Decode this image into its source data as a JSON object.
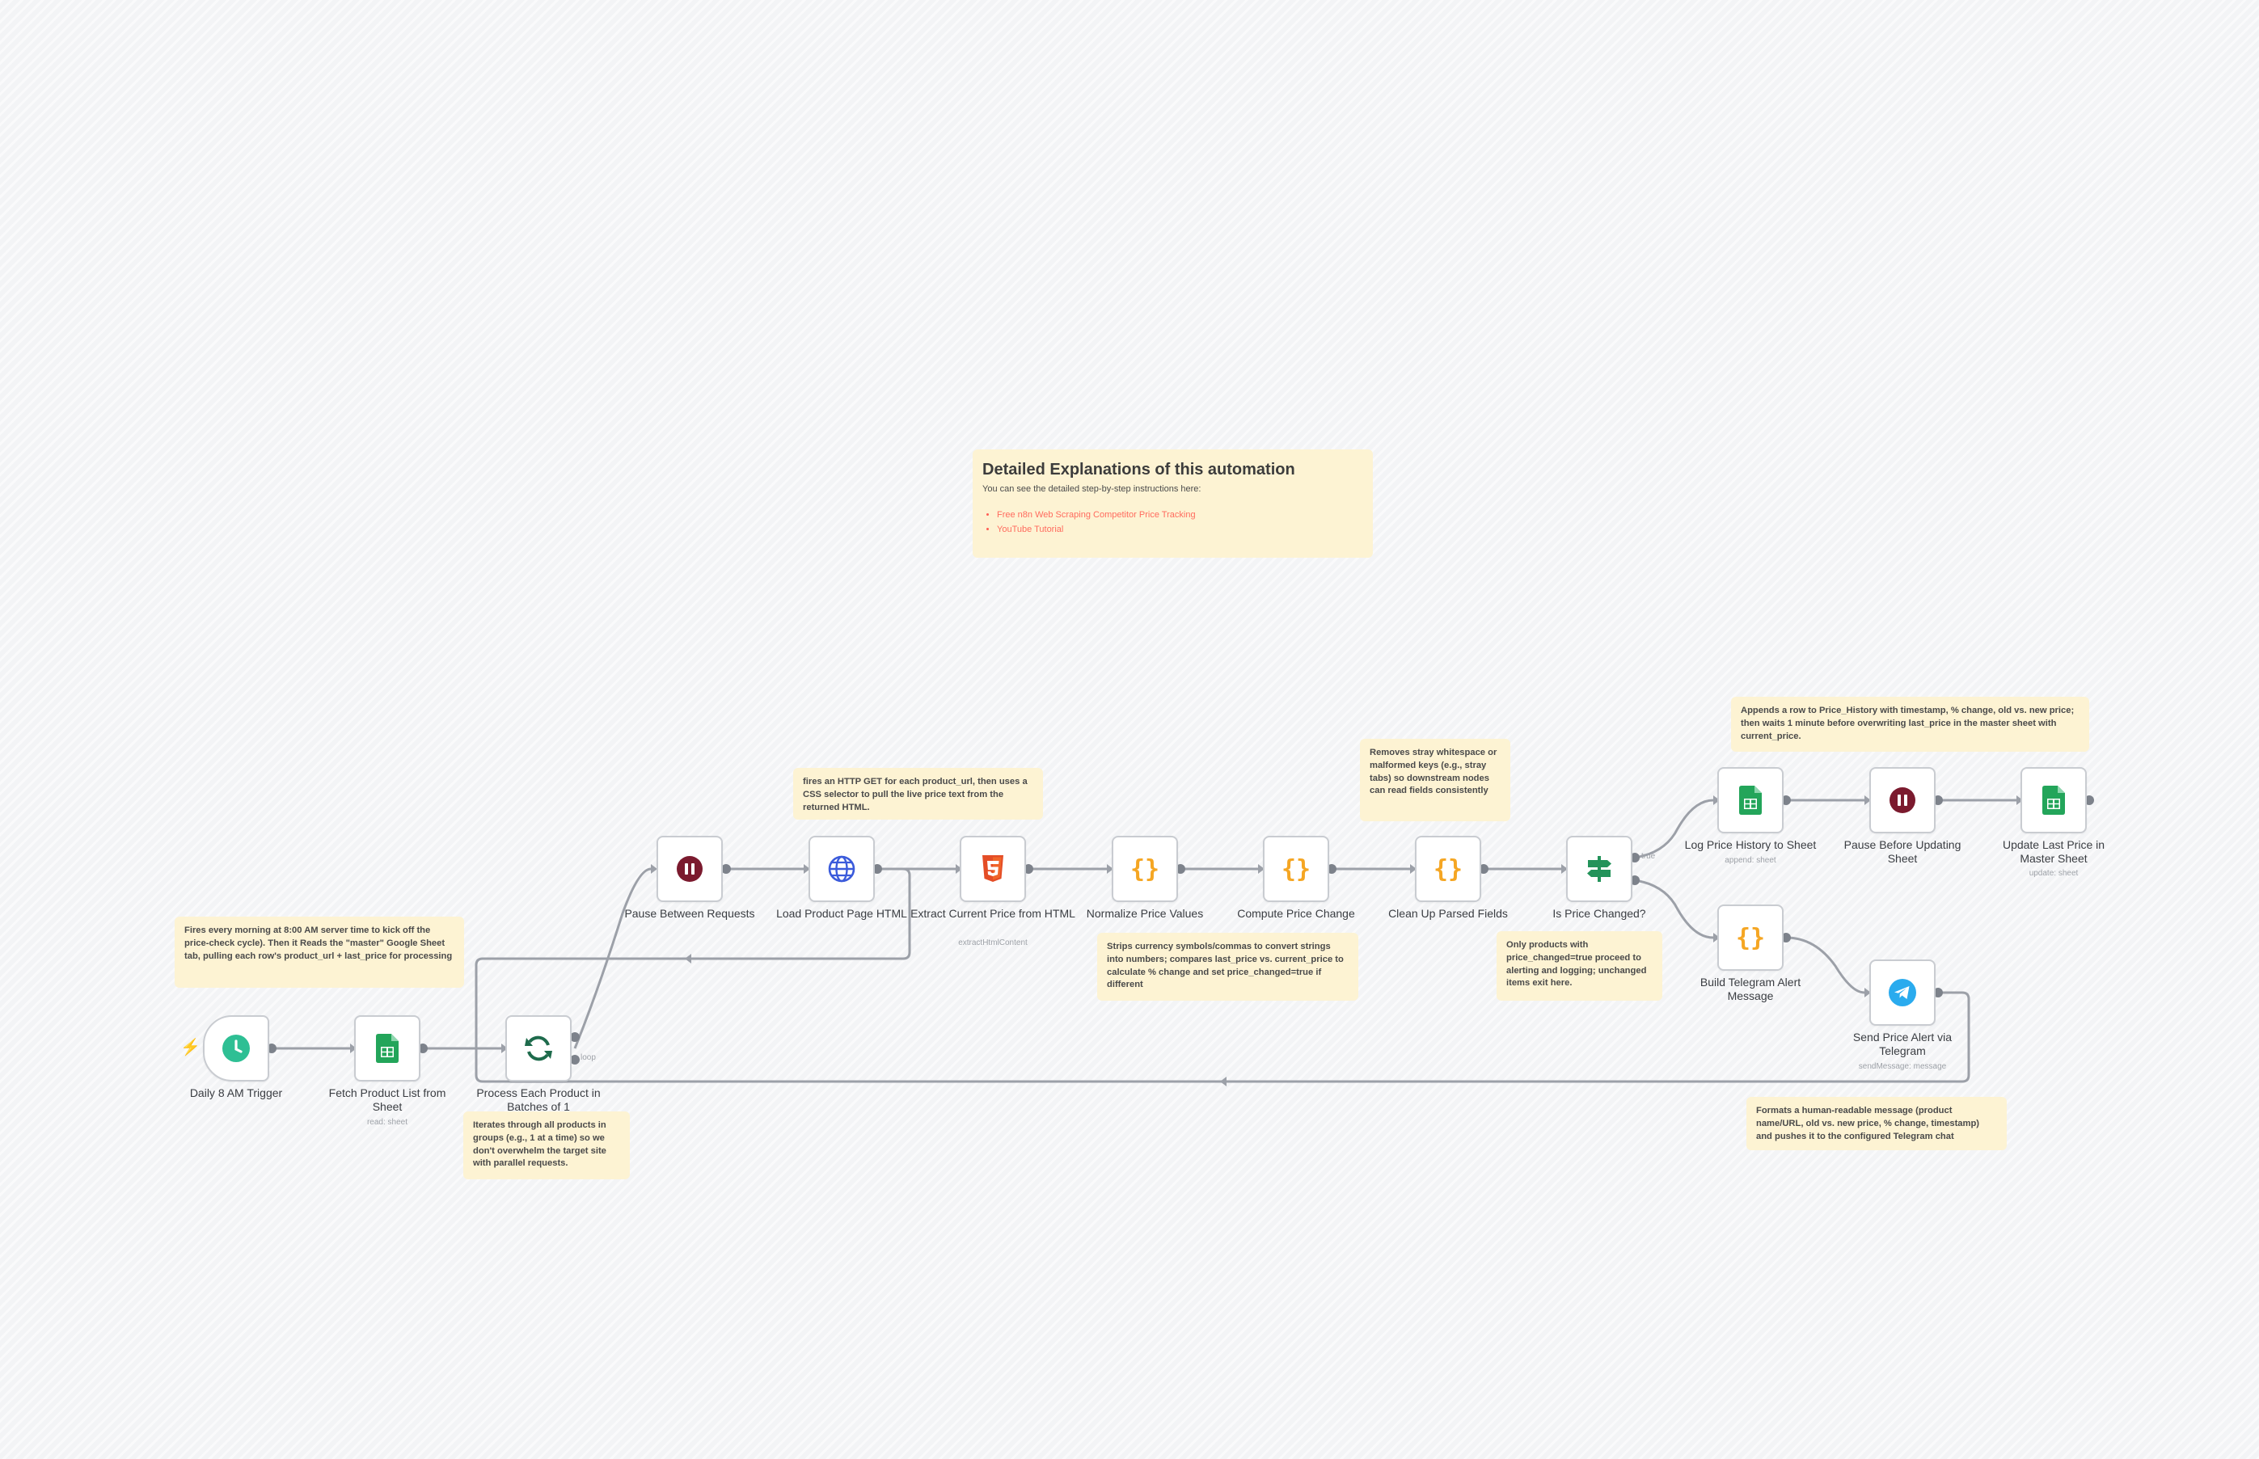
{
  "colors": {
    "canvas_bg": "#f3f4f6",
    "sticky_bg": "#fdf3d3",
    "edge": "#9ca0a8",
    "trigger_bolt": "#ef5a4a",
    "sheets_green": "#23a55a",
    "wait_maroon": "#7b1a2e",
    "code_orange": "#f5a623",
    "http_blue": "#3b5bdb",
    "html_orange": "#e44d26",
    "telegram_blue": "#2aabee",
    "if_green": "#23935a",
    "clock_teal": "#2ebf94",
    "link_red": "#ff5d54"
  },
  "nodes": [
    {
      "id": "daily_trigger",
      "label": "Daily 8 AM Trigger",
      "sublabel": "",
      "icon": "clock-icon"
    },
    {
      "id": "fetch_products",
      "label": "Fetch Product List from Sheet",
      "sublabel": "read: sheet",
      "icon": "google-sheets-icon"
    },
    {
      "id": "batches",
      "label": "Process Each Product in Batches of 1",
      "sublabel": "",
      "icon": "loop-icon",
      "output_label": "loop"
    },
    {
      "id": "pause_requests",
      "label": "Pause Between Requests",
      "sublabel": "",
      "icon": "pause-icon"
    },
    {
      "id": "load_page",
      "label": "Load Product Page HTML",
      "sublabel": "",
      "icon": "globe-icon"
    },
    {
      "id": "extract_price",
      "label": "Extract Current Price from HTML",
      "sublabel": "extractHtmlContent",
      "icon": "html5-icon"
    },
    {
      "id": "normalize",
      "label": "Normalize Price Values",
      "sublabel": "",
      "icon": "code-braces-icon"
    },
    {
      "id": "compute",
      "label": "Compute Price Change",
      "sublabel": "",
      "icon": "code-braces-icon"
    },
    {
      "id": "cleanup",
      "label": "Clean Up Parsed Fields",
      "sublabel": "",
      "icon": "code-braces-icon"
    },
    {
      "id": "is_changed",
      "label": "Is Price Changed?",
      "sublabel": "",
      "icon": "if-signpost-icon",
      "output_label": "true"
    },
    {
      "id": "log_history",
      "label": "Log Price History to Sheet",
      "sublabel": "append: sheet",
      "icon": "google-sheets-icon"
    },
    {
      "id": "pause_update",
      "label": "Pause Before Updating Sheet",
      "sublabel": "",
      "icon": "pause-icon"
    },
    {
      "id": "update_master",
      "label": "Update Last Price in Master Sheet",
      "sublabel": "update: sheet",
      "icon": "google-sheets-icon"
    },
    {
      "id": "build_alert",
      "label": "Build Telegram Alert Message",
      "sublabel": "",
      "icon": "code-braces-icon"
    },
    {
      "id": "send_alert",
      "label": "Send Price Alert via Telegram",
      "sublabel": "sendMessage: message",
      "icon": "telegram-icon"
    }
  ],
  "notes": {
    "main": {
      "title": "Detailed Explanations of this automation",
      "text": "You can see the detailed step-by-step instructions here:",
      "links": [
        "Free n8n Web Scraping Competitor Price Tracking",
        "YouTube Tutorial"
      ]
    },
    "trigger": "Fires every morning at 8:00 AM server time to kick off the price-check cycle). Then it Reads the \"master\" Google Sheet tab, pulling each row's product_url + last_price for processing",
    "batches": "Iterates through all products in groups (e.g., 1 at a time) so we don't overwhelm the target site with parallel requests.",
    "http": "fires an HTTP GET for each product_url, then uses a CSS selector to pull the live price text from the returned HTML.",
    "normalize": "Strips currency symbols/commas to convert strings into numbers; compares last_price vs. current_price to calculate % change and set price_changed=true if different",
    "cleanup": "Removes stray whitespace or malformed keys (e.g., stray tabs) so downstream nodes can read fields consistently",
    "if": "Only products with price_changed=true proceed to alerting and logging; unchanged items exit here.",
    "append": "Appends a row to Price_History with timestamp, % change, old vs. new price; then waits 1 minute before overwriting last_price in the master sheet with current_price.",
    "telegram": "Formats a human-readable message (product name/URL, old vs. new price, % change, timestamp) and pushes it to the configured Telegram chat"
  }
}
